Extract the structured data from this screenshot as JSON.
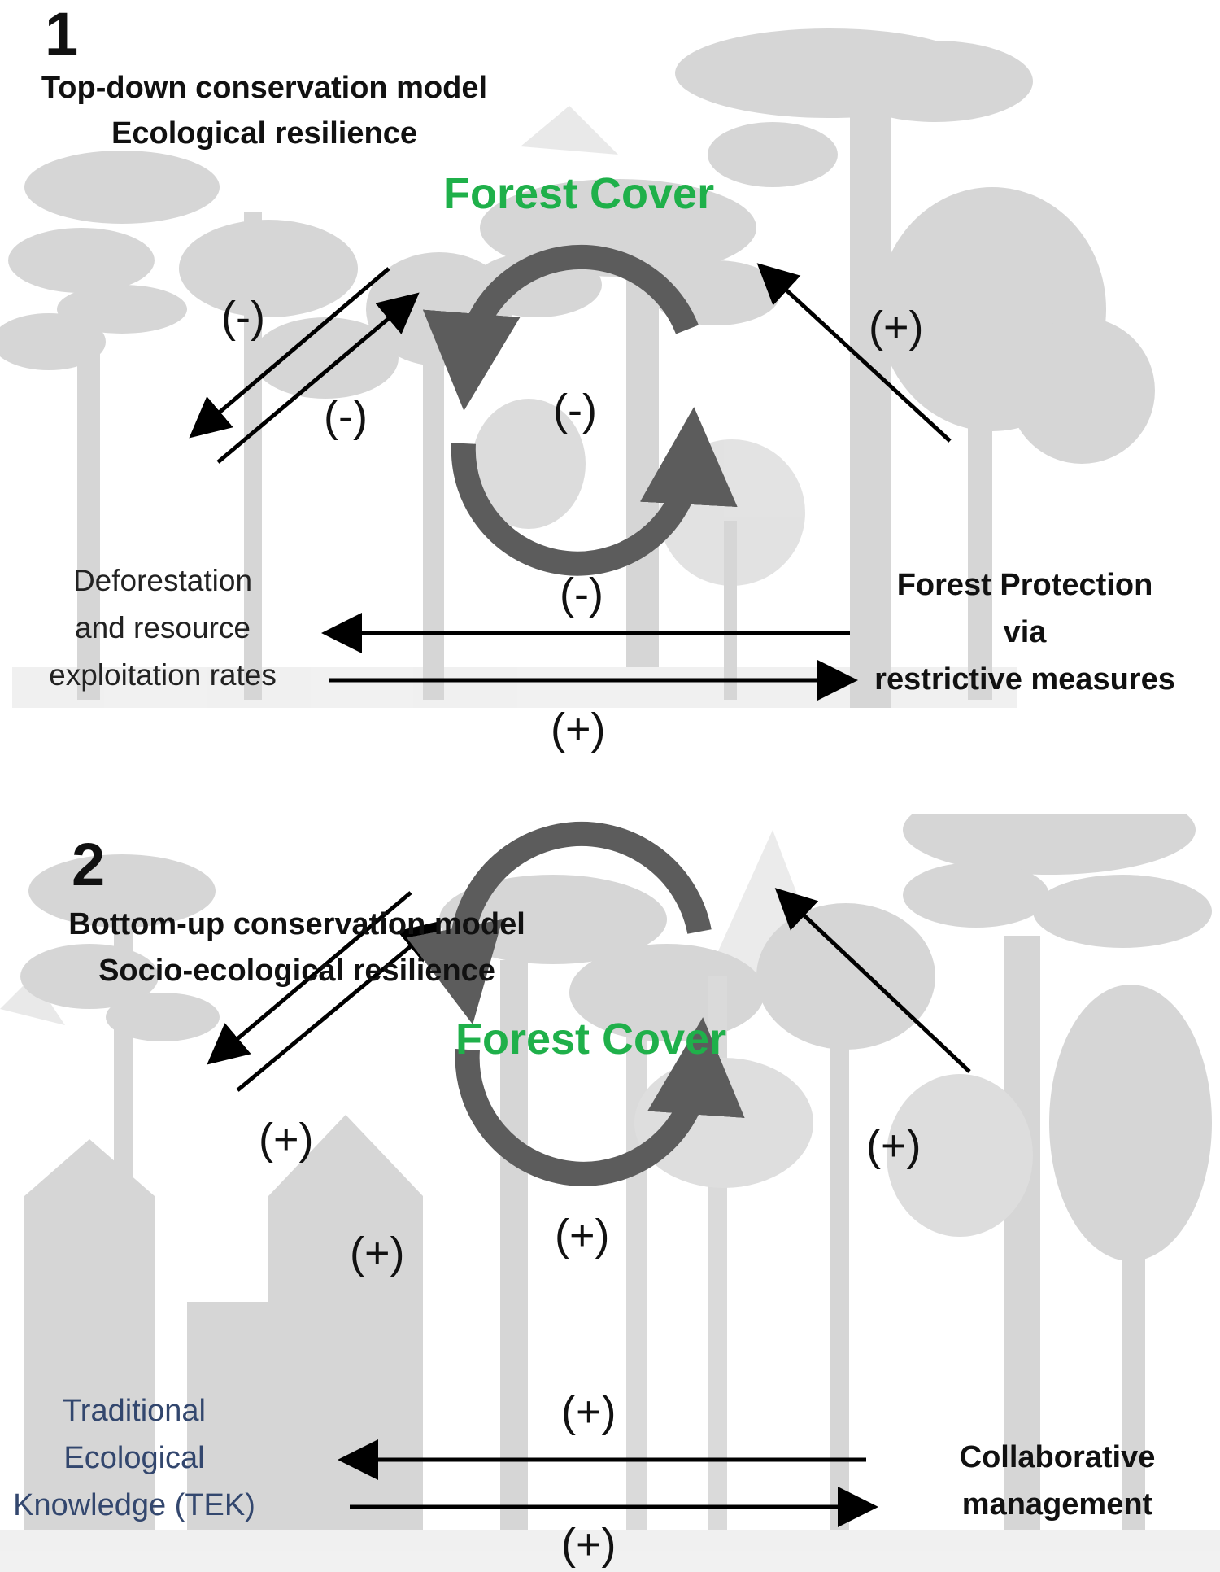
{
  "panel1": {
    "number": "1",
    "title_line1": "Top-down conservation model",
    "title_line2": "Ecological resilience",
    "center_label": "Forest Cover",
    "left_label_lines": [
      "Deforestation",
      "and resource",
      "exploitation rates"
    ],
    "right_label_lines": [
      "Forest Protection",
      "via",
      "restrictive measures"
    ],
    "sign_left_upper": "(-)",
    "sign_left_lower": "(-)",
    "sign_right": "(+)",
    "sign_cycle": "(-)",
    "sign_bottom_top": "(-)",
    "sign_bottom_bottom": "(+)"
  },
  "panel2": {
    "number": "2",
    "title_line1": "Bottom-up conservation model",
    "title_line2": "Socio-ecological resilience",
    "center_label": "Forest Cover",
    "left_label_lines": [
      "Traditional",
      "Ecological",
      "Knowledge (TEK)"
    ],
    "right_label_lines": [
      "Collaborative",
      "management"
    ],
    "sign_left_upper": "(+)",
    "sign_left_lower": "(+)",
    "sign_right": "(+)",
    "sign_cycle": "(+)",
    "sign_bottom_top": "(+)",
    "sign_bottom_bottom": "(+)"
  },
  "colors": {
    "forest_cover": "#1fb04a",
    "tek_text": "#33476e",
    "cycle_arrow": "#5c5c5c",
    "silhouette": "#cfcfcf",
    "arrow": "#000000"
  }
}
